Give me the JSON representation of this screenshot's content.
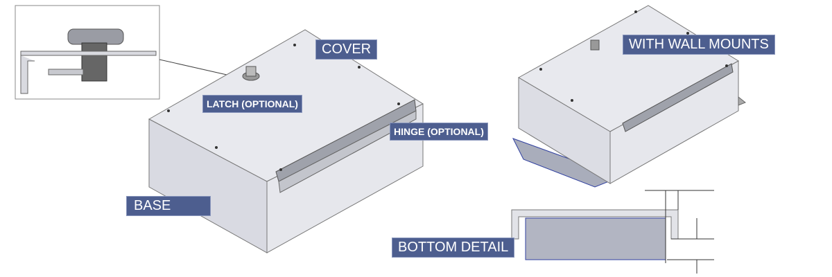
{
  "labels": {
    "cover": "COVER",
    "latch": "LATCH (OPTIONAL)",
    "hinge": "HINGE (OPTIONAL)",
    "base": "BASE",
    "wall_mounts": "WITH WALL MOUNTS",
    "bottom_detail": "BOTTOM DETAIL"
  },
  "colors": {
    "label_bg": "#4d5e8f",
    "face": "#e4e5ea",
    "face_dark": "#d5d6dd",
    "plate": "#a9adbb"
  }
}
